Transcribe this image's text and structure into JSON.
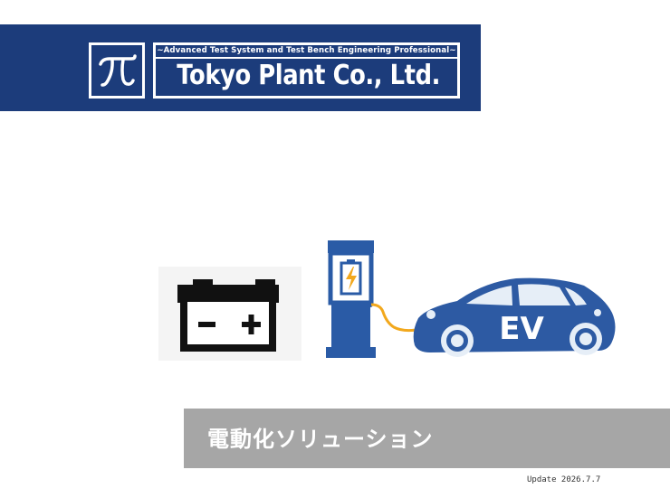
{
  "header": {
    "tagline": "~Advanced Test System and Test Bench Engineering Professional~",
    "company_name": "Tokyo Plant Co., Ltd.",
    "logo_text": "π"
  },
  "illustration": {
    "battery_icon": "car-battery-icon",
    "charger_icon": "ev-charging-station-icon",
    "car_label": "EV",
    "battery_minus": "−",
    "battery_plus": "+"
  },
  "title": "電動化ソリューション",
  "update": "Update 2026.7.7",
  "colors": {
    "banner": "#1c3c7b",
    "charger": "#2a5ba6",
    "car": "#2d5aa3",
    "cable": "#f2a81d",
    "title_bar": "#a6a6a6"
  }
}
